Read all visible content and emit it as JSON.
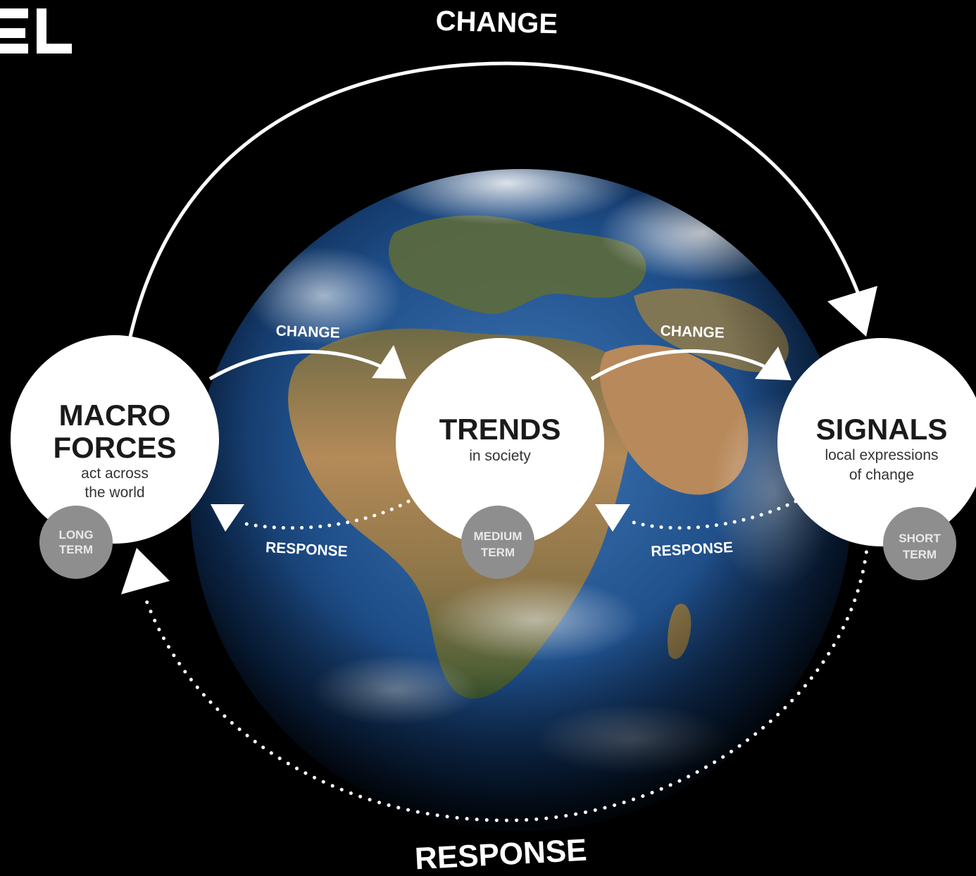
{
  "logo": {
    "text": "EL"
  },
  "cycle": {
    "top_label": "CHANGE",
    "bottom_label": "RESPONSE"
  },
  "nodes": [
    {
      "id": "macro-forces",
      "title_lines": [
        "MACRO",
        "FORCES"
      ],
      "subtitle_lines": [
        "act across",
        "the world"
      ],
      "badge_lines": [
        "LONG",
        "TERM"
      ]
    },
    {
      "id": "trends",
      "title_lines": [
        "TRENDS"
      ],
      "subtitle_lines": [
        "in society"
      ],
      "badge_lines": [
        "MEDIUM",
        "TERM"
      ]
    },
    {
      "id": "signals",
      "title_lines": [
        "SIGNALS"
      ],
      "subtitle_lines": [
        "local expressions",
        "of change"
      ],
      "badge_lines": [
        "SHORT",
        "TERM"
      ]
    }
  ],
  "links": [
    {
      "id": "macro-to-trends-change",
      "label": "CHANGE"
    },
    {
      "id": "trends-to-signals-change",
      "label": "CHANGE"
    },
    {
      "id": "trends-to-macro-response",
      "label": "RESPONSE"
    },
    {
      "id": "signals-to-trends-response",
      "label": "RESPONSE"
    }
  ],
  "colors": {
    "background": "#000000",
    "node_fill": "#ffffff",
    "badge_fill": "#8e8e8e",
    "arrow": "#ffffff",
    "ocean": "#1f4f8a",
    "land": "#a57c4e"
  }
}
